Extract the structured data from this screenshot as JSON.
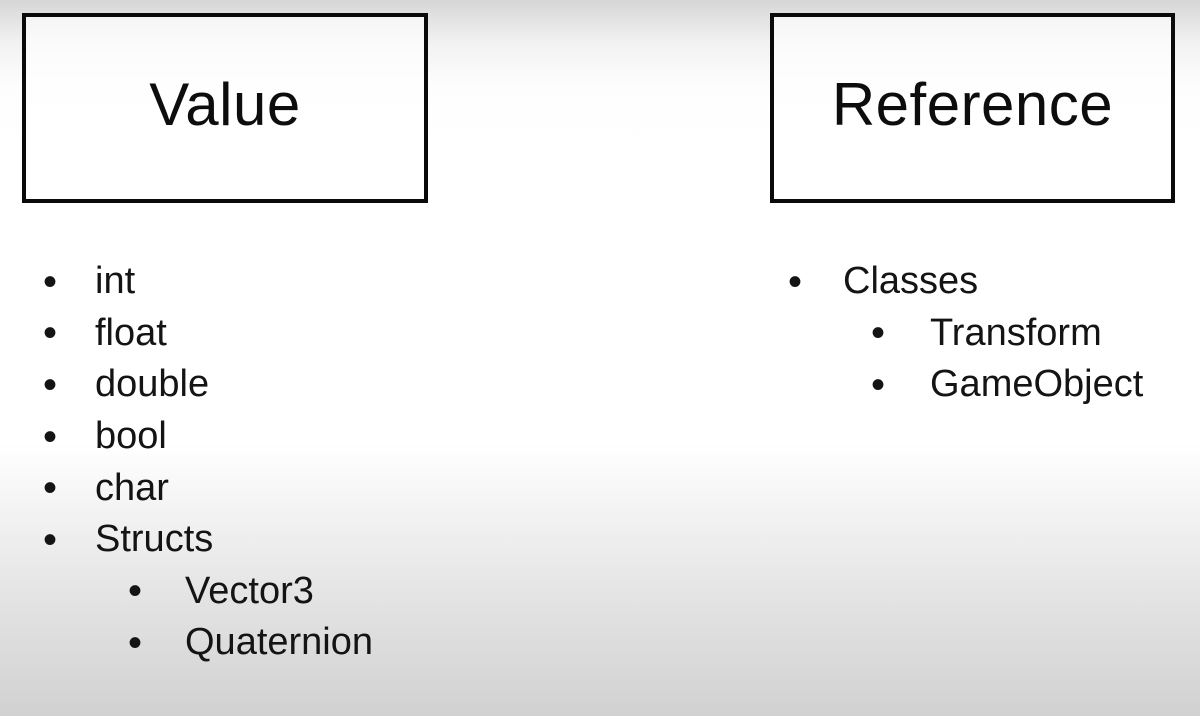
{
  "slide": {
    "kind": "presentation-slide",
    "topic": "C# value types vs reference types"
  },
  "glyphs": {
    "bullet": "•"
  },
  "colors": {
    "text": "#141414",
    "box_border": "#0a0a0a",
    "background_top": "#d6d6d6",
    "background_middle": "#ffffff",
    "background_bottom": "#d1d1d1"
  },
  "value_column": {
    "title": "Value",
    "items": [
      {
        "text": "int",
        "level": 1
      },
      {
        "text": "float",
        "level": 1
      },
      {
        "text": "double",
        "level": 1
      },
      {
        "text": "bool",
        "level": 1
      },
      {
        "text": "char",
        "level": 1
      },
      {
        "text": "Structs",
        "level": 1
      },
      {
        "text": "Vector3",
        "level": 2
      },
      {
        "text": "Quaternion",
        "level": 2
      }
    ]
  },
  "reference_column": {
    "title": "Reference",
    "items": [
      {
        "text": "Classes",
        "level": 1
      },
      {
        "text": "Transform",
        "level": 2
      },
      {
        "text": "GameObject",
        "level": 2
      }
    ]
  }
}
